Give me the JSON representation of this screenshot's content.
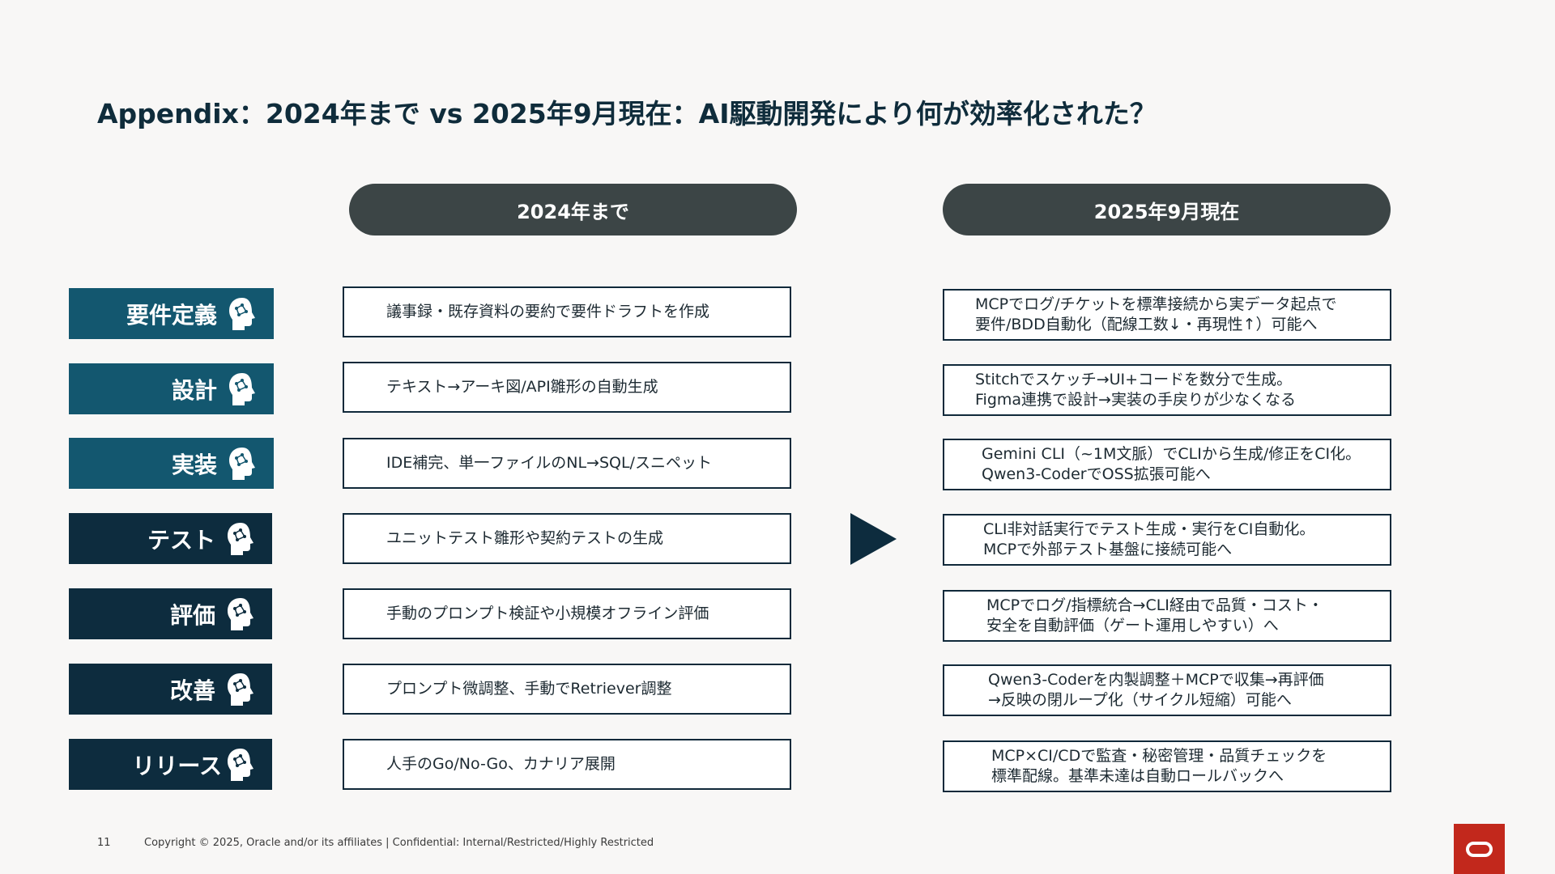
{
  "title": "Appendix：2024年まで vs 2025年9月現在：AI駆動開発により何が効率化された？",
  "columns": {
    "before": "2024年まで",
    "after": "2025年9月現在"
  },
  "rows": [
    {
      "label": "要件定義",
      "before": "議事録・既存資料の要約で要件ドラフトを作成",
      "after_line1": "MCPでログ/チケットを標準接続から実データ起点で",
      "after_line2": "要件/BDD自動化（配線工数↓・再現性↑）可能へ"
    },
    {
      "label": "設計",
      "before": "テキスト→アーキ図/API雛形の自動生成",
      "after_line1": "Stitchでスケッチ→UI+コードを数分で生成。",
      "after_line2": "Figma連携で設計→実装の手戻りが少なくなる"
    },
    {
      "label": "実装",
      "before": "IDE補完、単一ファイルのNL→SQL/スニペット",
      "after_line1": "Gemini CLI（~1M文脈）でCLIから生成/修正をCI化。",
      "after_line2": "Qwen3-CoderでOSS拡張可能へ"
    },
    {
      "label": "テスト",
      "before": "ユニットテスト雛形や契約テストの生成",
      "after_line1": "CLI非対話実行でテスト生成・実行をCI自動化。",
      "after_line2": "MCPで外部テスト基盤に接続可能へ"
    },
    {
      "label": "評価",
      "before": "手動のプロンプト検証や小規模オフライン評価",
      "after_line1": "MCPでログ/指標統合→CLI経由で品質・コスト・",
      "after_line2": "安全を自動評価（ゲート運用しやすい）へ"
    },
    {
      "label": "改善",
      "before": "プロンプト微調整、手動でRetriever調整",
      "after_line1": "Qwen3-Coderを内製調整＋MCPで収集→再評価",
      "after_line2": "→反映の閉ループ化（サイクル短縮）可能へ"
    },
    {
      "label": "リリース",
      "before": "人手のGo/No-Go、カナリア展開",
      "after_line1": "MCP×CI/CDで監査・秘密管理・品質チェックを",
      "after_line2": "標準配線。基準未達は自動ロールバックへ"
    }
  ],
  "footer": {
    "page_number": "11",
    "copyright": "Copyright © 2025, Oracle and/or its affiliates |  Confidential: Internal/Restricted/Highly Restricted"
  },
  "icons": {
    "row_icon": "ai-head-icon",
    "arrow": "play-arrow-icon",
    "logo": "oracle-logo"
  },
  "colors": {
    "title": "#0f2c3b",
    "header_pill": "#3c4546",
    "label_teal": "#13576f",
    "label_navy": "#0d2c3e",
    "box_border": "#10293a",
    "logo_red": "#c2281c",
    "background": "#f8f7f6"
  }
}
